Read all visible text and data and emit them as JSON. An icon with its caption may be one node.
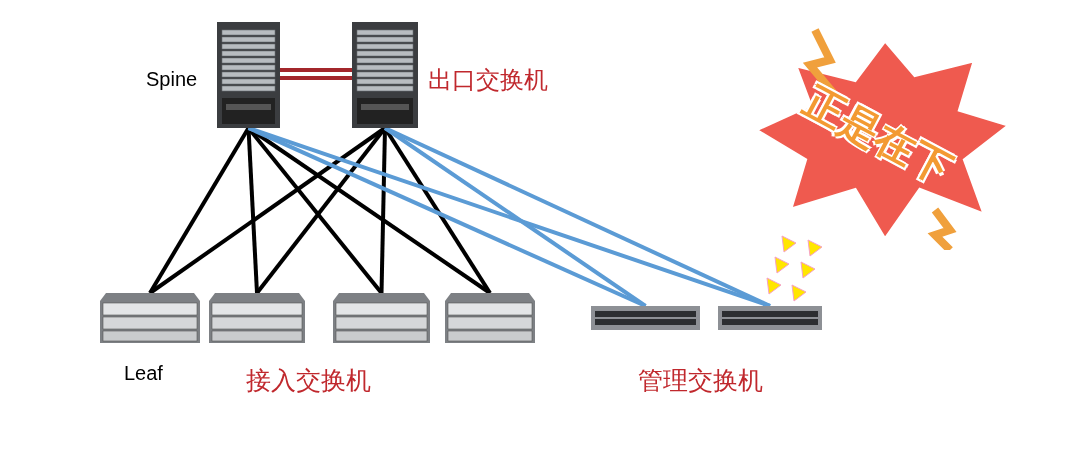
{
  "diagram": {
    "nodes": [
      {
        "text": [],
        "shape": "picture",
        "beside": [
          "Spine"
        ]
      },
      {
        "text": [],
        "shape": "picture",
        "beside": [
          "出口交换机"
        ]
      },
      {
        "text": [],
        "shape": "picture",
        "beside": [
          "Leaf"
        ]
      },
      {
        "text": [],
        "shape": "picture"
      },
      {
        "text": [],
        "shape": "picture"
      },
      {
        "text": [],
        "shape": "picture"
      },
      {
        "text": [],
        "shape": "picture"
      },
      {
        "text": [],
        "shape": "picture"
      },
      {
        "text": [
          "正是在下"
        ]
      }
    ],
    "edges": [
      {
        "from": 0,
        "to": 1,
        "arrow": "none",
        "color": "#a3262b"
      },
      {
        "from": 0,
        "to": 2,
        "arrow": "none"
      },
      {
        "from": 0,
        "to": 3,
        "arrow": "none"
      },
      {
        "from": 0,
        "to": 4,
        "arrow": "none"
      },
      {
        "from": 0,
        "to": 5,
        "arrow": "none"
      },
      {
        "from": 1,
        "to": 2,
        "arrow": "none"
      },
      {
        "from": 1,
        "to": 3,
        "arrow": "none"
      },
      {
        "from": 1,
        "to": 4,
        "arrow": "none"
      },
      {
        "from": 1,
        "to": 5,
        "arrow": "none"
      },
      {
        "from": 0,
        "to": 6,
        "arrow": "none",
        "color": "#5b9bd5"
      },
      {
        "from": 0,
        "to": 7,
        "arrow": "none",
        "color": "#5b9bd5"
      },
      {
        "from": 1,
        "to": 6,
        "arrow": "none",
        "color": "#5b9bd5"
      },
      {
        "from": 1,
        "to": 7,
        "arrow": "none",
        "color": "#5b9bd5"
      }
    ],
    "labels": [
      "接入交换机",
      "管理交换机"
    ]
  }
}
